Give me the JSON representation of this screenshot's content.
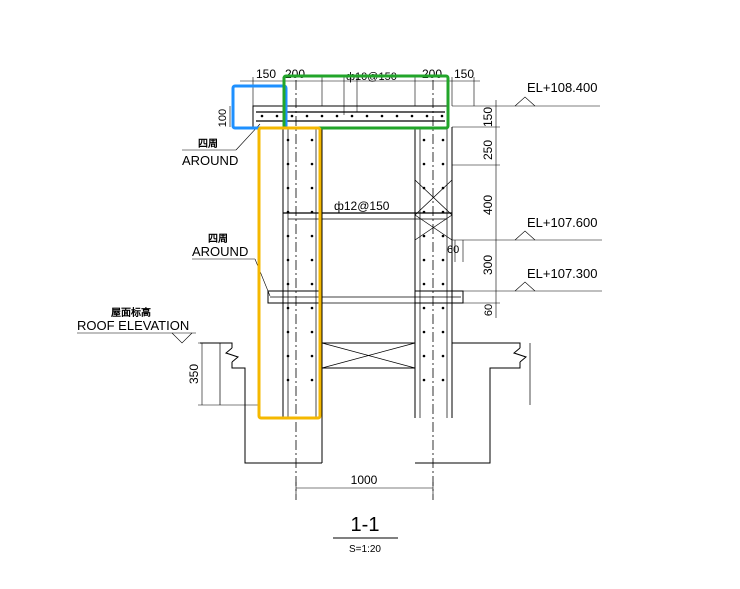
{
  "dimensions": {
    "top_150_left": "150",
    "top_200_left": "200",
    "top_rebar": "ф10@150",
    "top_200_right": "200",
    "top_150_right": "150",
    "left_100": "100",
    "right_150": "150",
    "right_250": "250",
    "right_400": "400",
    "right_300": "300",
    "right_60": "60",
    "mid_60": "60",
    "mid_rebar": "ф12@150",
    "left_350": "350",
    "bottom_1000": "1000"
  },
  "elevations": {
    "el1": "EL+108.400",
    "el2": "EL+107.600",
    "el3": "EL+107.300"
  },
  "labels": {
    "around1_cn": "四周",
    "around1_en": "AROUND",
    "around2_cn": "四周",
    "around2_en": "AROUND",
    "roof_cn": "屋面标高",
    "roof_en": "ROOF ELEVATION"
  },
  "title": {
    "section": "1-1",
    "scale": "S=1:20"
  },
  "highlight_colors": {
    "blue": "#1e90ff",
    "green": "#22a52a",
    "yellow": "#f5b800"
  }
}
